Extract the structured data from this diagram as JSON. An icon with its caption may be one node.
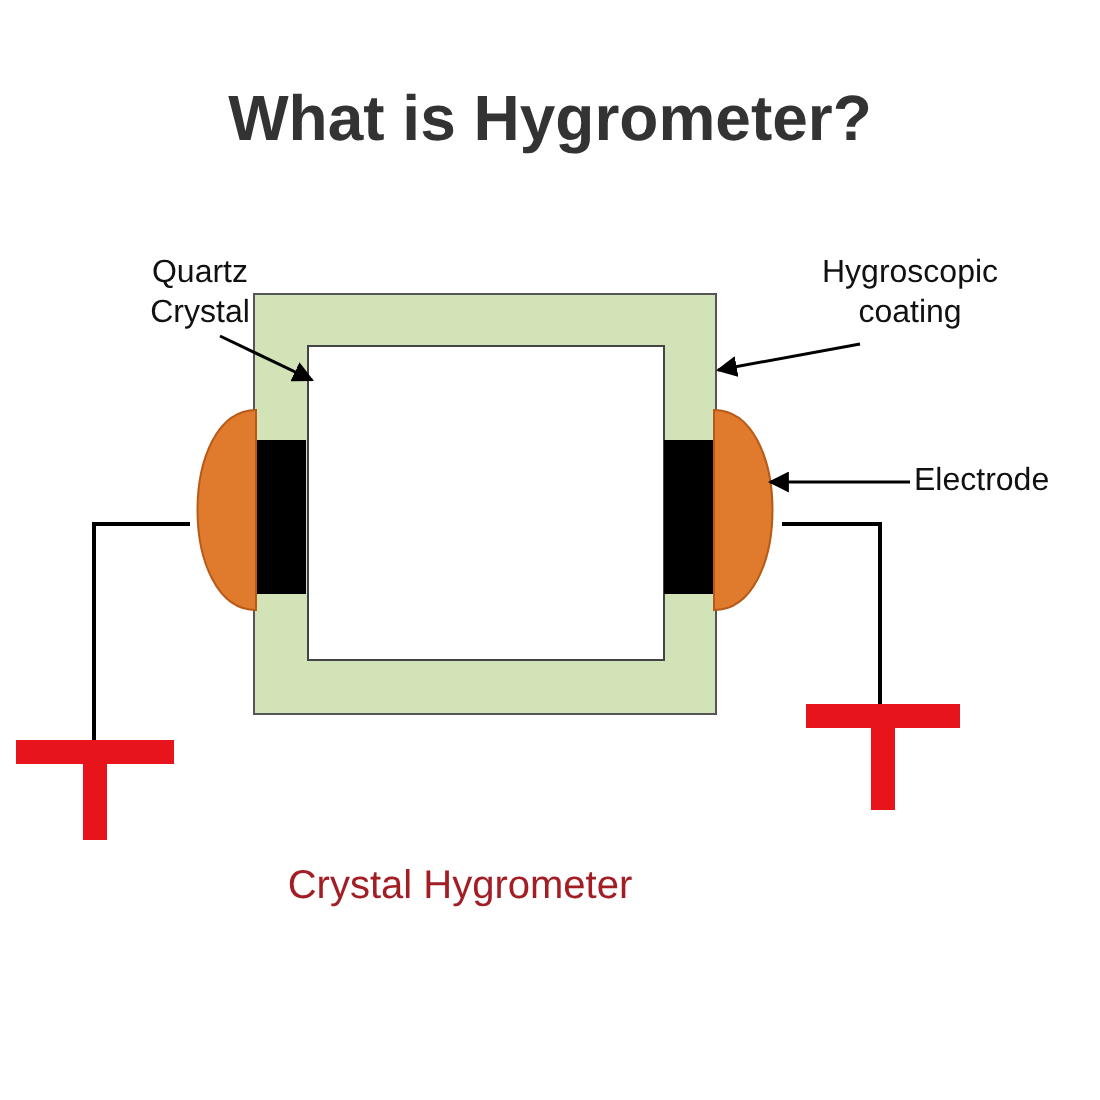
{
  "diagram": {
    "title": "What is Hygrometer?",
    "caption": "Crystal Hygrometer",
    "nodes": [
      {
        "text": [
          "Quartz Crystal"
        ]
      },
      {
        "text": [],
        "shape": "box",
        "in": 3
      },
      {
        "text": [
          "Hygroscopic coating"
        ]
      },
      {
        "text": [],
        "shape": "box"
      },
      {
        "text": [
          "Electrode"
        ]
      },
      {
        "text": [],
        "shape": "circle"
      },
      {
        "text": [],
        "shape": "circle"
      },
      {
        "text": [],
        "shape": "ground"
      },
      {
        "text": [],
        "shape": "ground"
      }
    ],
    "edges": [
      {
        "from": 0,
        "to": 1,
        "arrow": "to"
      },
      {
        "from": 2,
        "to": 3,
        "arrow": "to"
      },
      {
        "from": 4,
        "to": 6,
        "arrow": "to"
      },
      {
        "from": 5,
        "to": 7,
        "arrow": "none"
      },
      {
        "from": 6,
        "to": 8,
        "arrow": "none"
      }
    ]
  }
}
